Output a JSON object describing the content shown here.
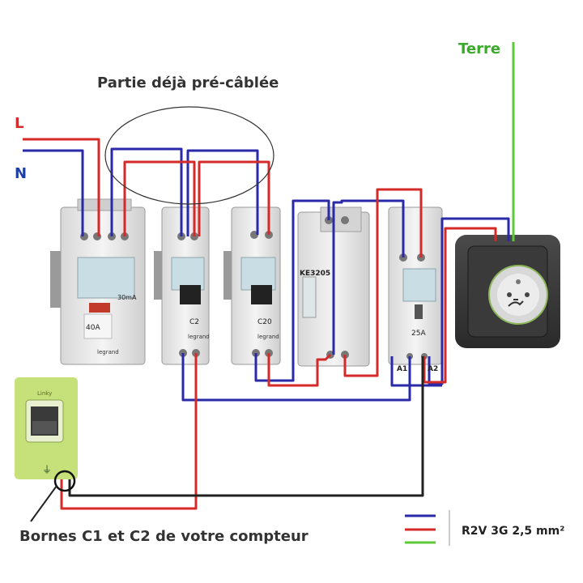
{
  "labels": {
    "title": "Partie déjà pré-câblée",
    "line": "L",
    "neutral": "N",
    "earth": "Terre",
    "bottom_note": "Bornes C1 et C2 de votre compteur",
    "legend": "R2V 3G 2,5 mm²"
  },
  "devices": {
    "differential": {
      "rating_current": "40A",
      "rating_sensitivity": "30mA",
      "brand": "legrand"
    },
    "breaker_1": {
      "curve": "C2",
      "brand": "legrand"
    },
    "breaker_2": {
      "curve": "C20",
      "brand": "legrand"
    },
    "meter": {
      "model": "KE3205"
    },
    "contactor": {
      "rating": "25A",
      "terminal_a1": "A1",
      "terminal_a2": "A2"
    },
    "linky": {
      "brand": "Linky"
    }
  },
  "colors": {
    "phase": "#d42a2a",
    "neutral": "#2a2aa8",
    "earth": "#5cc83a",
    "pilot": "#222222",
    "label_l": "#d42a2a",
    "label_n": "#1f3fa8",
    "label_earth": "#3aaa2a",
    "linky_body": "#c6e07a"
  }
}
